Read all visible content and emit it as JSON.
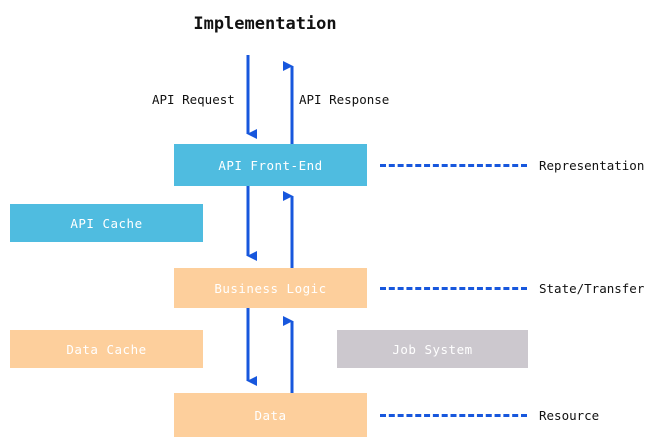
{
  "diagram": {
    "title": "Implementation",
    "colors": {
      "blue_box": "#4FBCE0",
      "orange_box": "#FDCF9C",
      "gray_box": "#CCC8CE",
      "arrow": "#1757DD",
      "text_dark": "#111111",
      "box_text": "#FFFFFF",
      "background": "#FFFFFF"
    },
    "nodes": [
      {
        "id": "api-front-end",
        "label": "API Front-End",
        "color": "blue"
      },
      {
        "id": "api-cache",
        "label": "API Cache",
        "color": "blue"
      },
      {
        "id": "business-logic",
        "label": "Business Logic",
        "color": "orange"
      },
      {
        "id": "data-cache",
        "label": "Data Cache",
        "color": "orange"
      },
      {
        "id": "job-system",
        "label": "Job System",
        "color": "gray"
      },
      {
        "id": "data",
        "label": "Data",
        "color": "orange"
      }
    ],
    "flow_labels": [
      {
        "id": "api-request",
        "label": "API Request",
        "direction": "down"
      },
      {
        "id": "api-response",
        "label": "API Response",
        "direction": "up"
      }
    ],
    "annotations": [
      {
        "id": "representation",
        "label": "Representation",
        "connects_to": "api-front-end"
      },
      {
        "id": "state-transfer",
        "label": "State/Transfer",
        "connects_to": "business-logic"
      },
      {
        "id": "resource",
        "label": "Resource",
        "connects_to": "data"
      }
    ]
  }
}
